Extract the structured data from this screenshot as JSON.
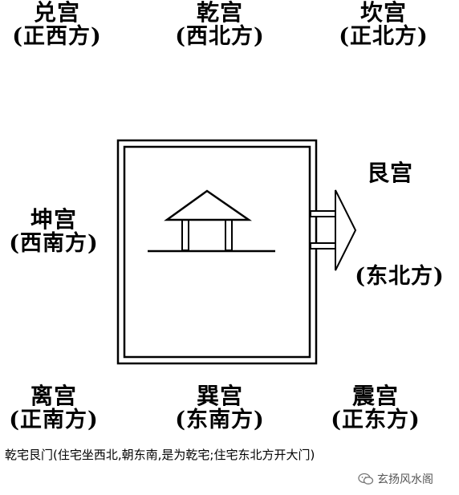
{
  "palaces": {
    "dui": {
      "name": "兑宫",
      "dir": "(正西方)"
    },
    "qian": {
      "name": "乾宫",
      "dir": "(西北方)"
    },
    "kan": {
      "name": "坎宫",
      "dir": "(正北方)"
    },
    "kun": {
      "name": "坤宫",
      "dir": "(西南方)"
    },
    "gen": {
      "name": "艮宫",
      "dir": "(东北方)"
    },
    "li": {
      "name": "离宫",
      "dir": "(正南方)"
    },
    "xun": {
      "name": "巽宫",
      "dir": "(东南方)"
    },
    "zhen": {
      "name": "震宫",
      "dir": "(正东方)"
    }
  },
  "caption": "乾宅艮门(住宅坐西北,朝东南,是为乾宅;住宅东北方开大门)",
  "watermark": {
    "text": "玄扬风水阁",
    "icon": "wechat-icon"
  }
}
